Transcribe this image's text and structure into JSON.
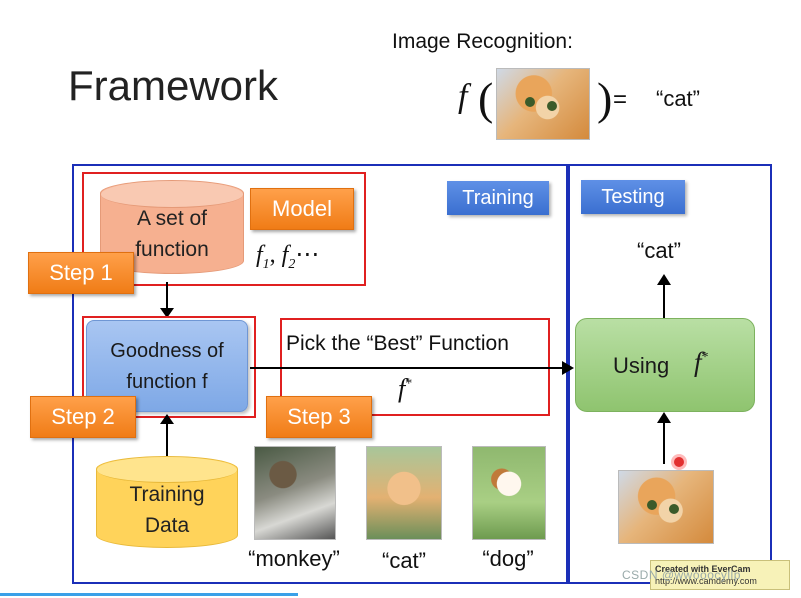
{
  "header": {
    "title": "Framework",
    "image_recognition_label": "Image Recognition:",
    "f_symbol": "f",
    "equals": "=",
    "output_cat": "“cat”"
  },
  "training": {
    "label": "Training",
    "model_cylinder_line1": "A set of",
    "model_cylinder_line2": "function",
    "model_tag": "Model",
    "functions_f": "f",
    "functions_sub1": "1",
    "functions_sep": ", ",
    "functions_f2": "f",
    "functions_sub2": "2",
    "functions_ellipsis": "⋯",
    "step1": "Step 1",
    "goodness_line1": "Goodness of",
    "goodness_line2": "function f",
    "step2": "Step 2",
    "pick_best": "Pick the “Best” Function",
    "f_star": "f",
    "star": "*",
    "step3": "Step 3",
    "training_data_line1": "Training",
    "training_data_line2": "Data",
    "examples": [
      {
        "label": "“monkey”"
      },
      {
        "label": "“cat”"
      },
      {
        "label": "“dog”"
      }
    ]
  },
  "testing": {
    "label": "Testing",
    "output": "“cat”",
    "using_label": "Using",
    "f_star": "f",
    "star": "*"
  },
  "overlay": {
    "watermark_line1": "Created with EverCam",
    "watermark_line2": "http://www.camdemy.com",
    "csdn": "CSDN @wwooocyllp"
  },
  "colors": {
    "frame_blue": "#1b2fb8",
    "highlight_red": "#e02020",
    "step_orange": "#f07c16",
    "tag_blue": "#3a6fd0",
    "using_green": "#8fc46f"
  }
}
